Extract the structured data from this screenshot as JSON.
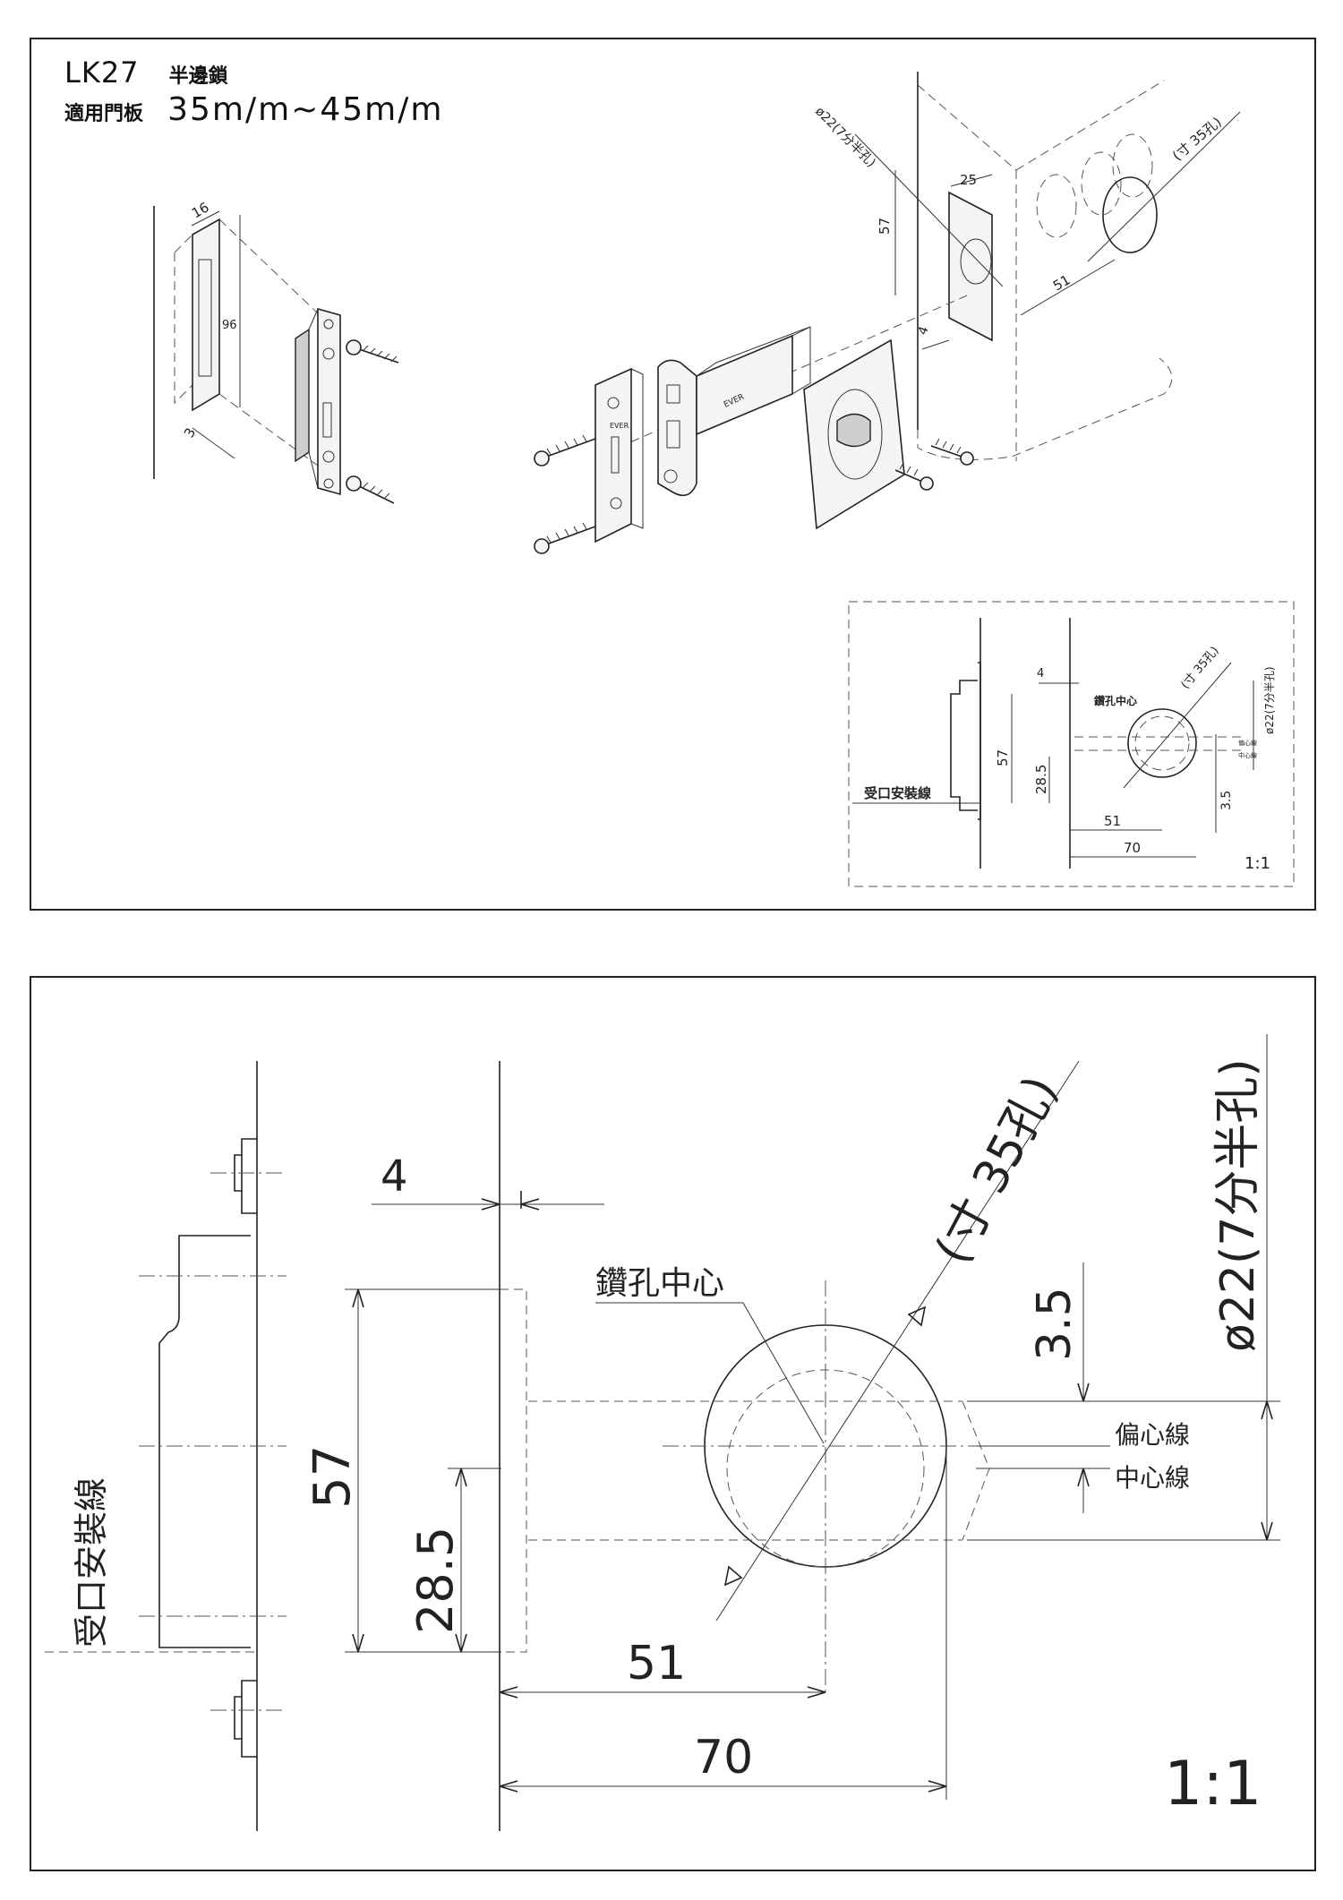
{
  "title": {
    "model": "LK27",
    "type": "半邊鎖",
    "plate_label": "適用門板",
    "plate_range": "35m/m~45m/m"
  },
  "strike_plate_view": {
    "dim_width": "16",
    "dim_height": "96",
    "dim_offset": "3"
  },
  "exploded_view": {
    "brand_mark": "EVER",
    "dim_bore": "ø22(7分半孔)",
    "dim_cup": "(寸 35孔)",
    "dim_25": "25",
    "dim_57": "57",
    "dim_4": "4",
    "dim_51": "51"
  },
  "detail_small": {
    "dim_4": "4",
    "label_drill_center": "鑽孔中心",
    "dim_cup": "(寸 35孔)",
    "dim_bore": "ø22(7分半孔)",
    "label_offset_line": "偏心線",
    "label_center_line": "中心線",
    "dim_57": "57",
    "dim_28_5": "28.5",
    "label_install_line": "受口安裝線",
    "dim_3_5": "3.5",
    "dim_51": "51",
    "dim_70": "70",
    "scale": "1:1"
  },
  "detail_large": {
    "dim_4": "4",
    "dim_cup": "(寸 35孔)",
    "dim_bore": "ø22(7分半孔)",
    "label_drill_center": "鑽孔中心",
    "dim_3_5": "3.5",
    "label_offset_line": "偏心線",
    "label_center_line": "中心線",
    "dim_57": "57",
    "dim_28_5": "28.5",
    "label_install_line": "受口安裝線",
    "dim_51": "51",
    "dim_70": "70",
    "scale": "1:1"
  },
  "icons": [
    "screw-icon",
    "strike-plate-icon",
    "latch-icon",
    "rose-plate-icon"
  ]
}
